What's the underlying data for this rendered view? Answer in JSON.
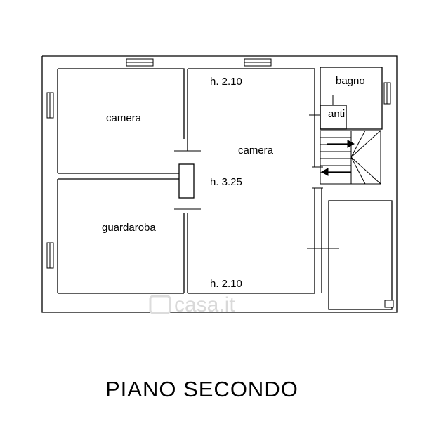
{
  "rooms": {
    "camera_left": "camera",
    "camera_center": "camera",
    "guardaroba": "guardaroba",
    "bagno": "bagno",
    "anti": "anti"
  },
  "heights": {
    "top": "h. 2.10",
    "middle": "h. 3.25",
    "bottom": "h. 2.10"
  },
  "floor_title": "PIANO SECONDO",
  "watermark": "casa.it",
  "colors": {
    "line": "#000000",
    "background": "#ffffff",
    "watermark": "#d9d9d9"
  }
}
